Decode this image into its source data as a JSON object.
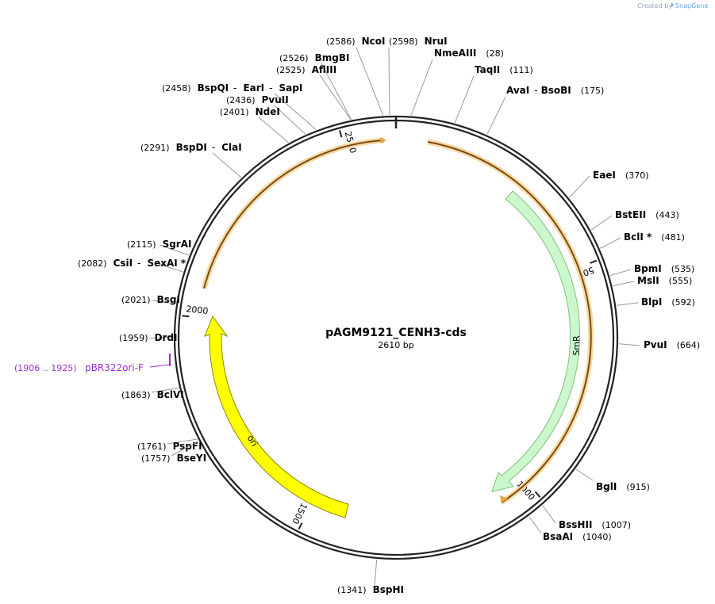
{
  "credit": {
    "prefix": "Created by",
    "brand": "SnapGene"
  },
  "plasmid": {
    "name": "pAGM9121_CENH3-cds",
    "size_label": "2610 bp",
    "length_bp": 2610
  },
  "scale_ticks": [
    {
      "bp": 500,
      "label": "500"
    },
    {
      "bp": 1000,
      "label": "1000"
    },
    {
      "bp": 1500,
      "label": "1500"
    },
    {
      "bp": 2000,
      "label": "2000"
    },
    {
      "bp": 2500,
      "label": "2500"
    }
  ],
  "features": [
    {
      "name": "SmR",
      "color": "#ccf7cc",
      "stroke": "#7bc47b",
      "direction": "clockwise"
    },
    {
      "name": "ori",
      "color": "#ffff00",
      "stroke": "#b8b800",
      "direction": "counterclockwise"
    }
  ],
  "orf_color": "#e8a33a",
  "primer": {
    "name": "pBR322ori-F",
    "range": "(1906 .. 1925)",
    "color": "#9b30d9"
  },
  "sites": [
    {
      "id": "ncoi",
      "names": [
        "NcoI"
      ],
      "pos": "(2586)",
      "bp": 2586
    },
    {
      "id": "nrui",
      "names": [
        "NruI"
      ],
      "pos": "(2598)",
      "bp": 2598
    },
    {
      "id": "nmeaiii",
      "names": [
        "NmeAIII"
      ],
      "pos": "(28)",
      "bp": 28
    },
    {
      "id": "bmgbi",
      "names": [
        "BmgBI"
      ],
      "pos": "(2526)",
      "bp": 2526
    },
    {
      "id": "afliii",
      "names": [
        "AflIII"
      ],
      "pos": "(2525)",
      "bp": 2525
    },
    {
      "id": "taqii",
      "names": [
        "TaqII"
      ],
      "pos": "(111)",
      "bp": 111
    },
    {
      "id": "bspqi",
      "names": [
        "BspQI",
        "EarI",
        "SapI"
      ],
      "pos": "(2458)",
      "bp": 2458
    },
    {
      "id": "pvuii",
      "names": [
        "PvuII"
      ],
      "pos": "(2436)",
      "bp": 2436
    },
    {
      "id": "avai",
      "names": [
        "AvaI",
        "BsoBI"
      ],
      "pos": "(175)",
      "bp": 175
    },
    {
      "id": "ndei",
      "names": [
        "NdeI"
      ],
      "pos": "(2401)",
      "bp": 2401
    },
    {
      "id": "bspdi",
      "names": [
        "BspDI",
        "ClaI"
      ],
      "pos": "(2291)",
      "bp": 2291
    },
    {
      "id": "eaei",
      "names": [
        "EaeI"
      ],
      "pos": "(370)",
      "bp": 370
    },
    {
      "id": "bsteii",
      "names": [
        "BstEII"
      ],
      "pos": "(443)",
      "bp": 443
    },
    {
      "id": "bcli",
      "names": [
        "BclI *"
      ],
      "pos": "(481)",
      "bp": 481
    },
    {
      "id": "sgrai",
      "names": [
        "SgrAI"
      ],
      "pos": "(2115)",
      "bp": 2115
    },
    {
      "id": "csii",
      "names": [
        "CsiI",
        "SexAI *"
      ],
      "pos": "(2082)",
      "bp": 2082
    },
    {
      "id": "bpmi",
      "names": [
        "BpmI"
      ],
      "pos": "(535)",
      "bp": 535
    },
    {
      "id": "msli",
      "names": [
        "MslI"
      ],
      "pos": "(555)",
      "bp": 555
    },
    {
      "id": "bsgi",
      "names": [
        "BsgI"
      ],
      "pos": "(2021)",
      "bp": 2021
    },
    {
      "id": "blpi",
      "names": [
        "BlpI"
      ],
      "pos": "(592)",
      "bp": 592
    },
    {
      "id": "drdi",
      "names": [
        "DrdI"
      ],
      "pos": "(1959)",
      "bp": 1959
    },
    {
      "id": "pvui",
      "names": [
        "PvuI"
      ],
      "pos": "(664)",
      "bp": 664
    },
    {
      "id": "bclvi",
      "names": [
        "BclVI"
      ],
      "pos": "(1863)",
      "bp": 1863
    },
    {
      "id": "pspfi",
      "names": [
        "PspFI"
      ],
      "pos": "(1761)",
      "bp": 1761
    },
    {
      "id": "bseyi",
      "names": [
        "BseYI"
      ],
      "pos": "(1757)",
      "bp": 1757
    },
    {
      "id": "bgli",
      "names": [
        "BglI"
      ],
      "pos": "(915)",
      "bp": 915
    },
    {
      "id": "bsshii",
      "names": [
        "BssHII"
      ],
      "pos": "(1007)",
      "bp": 1007
    },
    {
      "id": "bsaai",
      "names": [
        "BsaAI"
      ],
      "pos": "(1040)",
      "bp": 1040
    },
    {
      "id": "bsphi",
      "names": [
        "BspHI"
      ],
      "pos": "(1341)",
      "bp": 1341
    }
  ]
}
